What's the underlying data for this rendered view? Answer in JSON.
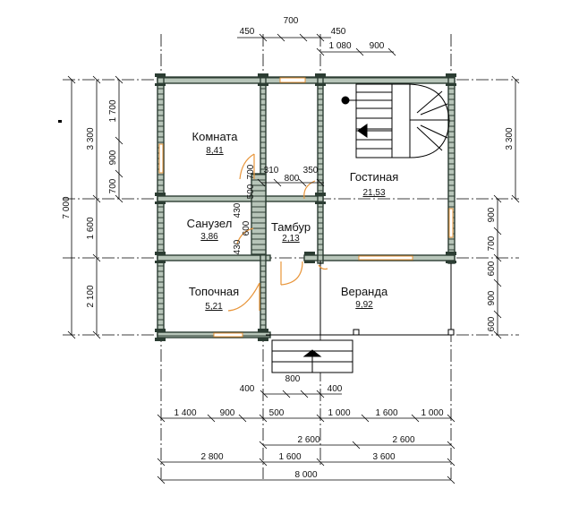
{
  "rooms": {
    "komnata": {
      "name": "Комната",
      "area": "8,41"
    },
    "gostinaya": {
      "name": "Гостиная",
      "area": "21,53"
    },
    "sanuzel": {
      "name": "Санузел",
      "area": "3,86"
    },
    "tambur": {
      "name": "Тамбур",
      "area": "2,13"
    },
    "topochnaya": {
      "name": "Топочная",
      "area": "5,21"
    },
    "veranda": {
      "name": "Веранда",
      "area": "9,92"
    }
  },
  "dims_top": {
    "d450a": "450",
    "d700": "700",
    "d450b": "450",
    "d1080": "1 080",
    "d900": "900"
  },
  "dims_inner": {
    "d310": "310",
    "d800": "800",
    "d350": "350",
    "d500": "500",
    "d700v": "700",
    "d430a": "430",
    "d600": "600",
    "d430b": "430"
  },
  "dims_left": {
    "total": "7 000",
    "d3300": "3 300",
    "d1600": "1 600",
    "d2100": "2 100",
    "d1700": "1 700",
    "d900": "900",
    "d700": "700"
  },
  "dims_right": {
    "d3300": "3 300",
    "d900": "900",
    "d700": "700",
    "d600a": "600",
    "d900b": "900",
    "d600b": "600"
  },
  "dims_bottom": {
    "stair800": "800",
    "stair400a": "400",
    "stair400b": "400",
    "r1": [
      "1 400",
      "900",
      "500",
      "1 000",
      "1 600",
      "1 000"
    ],
    "r2": [
      "2 600",
      "2 600"
    ],
    "r3": [
      "2 800",
      "1 600",
      "3 600"
    ],
    "total": "8 000"
  }
}
